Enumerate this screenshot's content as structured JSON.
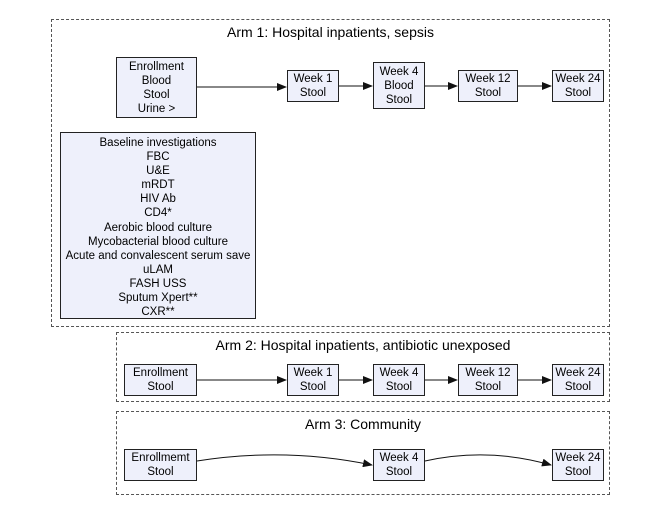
{
  "arm1": {
    "title": "Arm 1: Hospital inpatients, sepsis",
    "enrollment": [
      "Enrollment",
      "Blood",
      "Stool",
      "Urine >"
    ],
    "week1": [
      "Week 1",
      "Stool"
    ],
    "week4": [
      "Week 4",
      "Blood",
      "Stool"
    ],
    "week12": [
      "Week 12",
      "Stool"
    ],
    "week24": [
      "Week 24",
      "Stool"
    ],
    "baseline": [
      "Baseline investigations",
      "FBC",
      "U&E",
      "mRDT",
      "HIV Ab",
      "CD4*",
      "Aerobic blood culture",
      "Mycobacterial blood culture",
      "Acute and convalescent serum save",
      "uLAM",
      "FASH USS",
      "Sputum Xpert**",
      "CXR**"
    ]
  },
  "arm2": {
    "title": "Arm 2: Hospital inpatients, antibiotic unexposed",
    "enrollment": [
      "Enrollment",
      "Stool"
    ],
    "week1": [
      "Week 1",
      "Stool"
    ],
    "week4": [
      "Week 4",
      "Stool"
    ],
    "week12": [
      "Week 12",
      "Stool"
    ],
    "week24": [
      "Week 24",
      "Stool"
    ]
  },
  "arm3": {
    "title": "Arm 3: Community",
    "enrollment": [
      "Enrollmemt",
      "Stool"
    ],
    "week4": [
      "Week 4",
      "Stool"
    ],
    "week24": [
      "Week 24",
      "Stool"
    ]
  },
  "colors": {
    "box_fill": "#eef0fb",
    "border": "#222222",
    "dashed_border": "#555555"
  }
}
